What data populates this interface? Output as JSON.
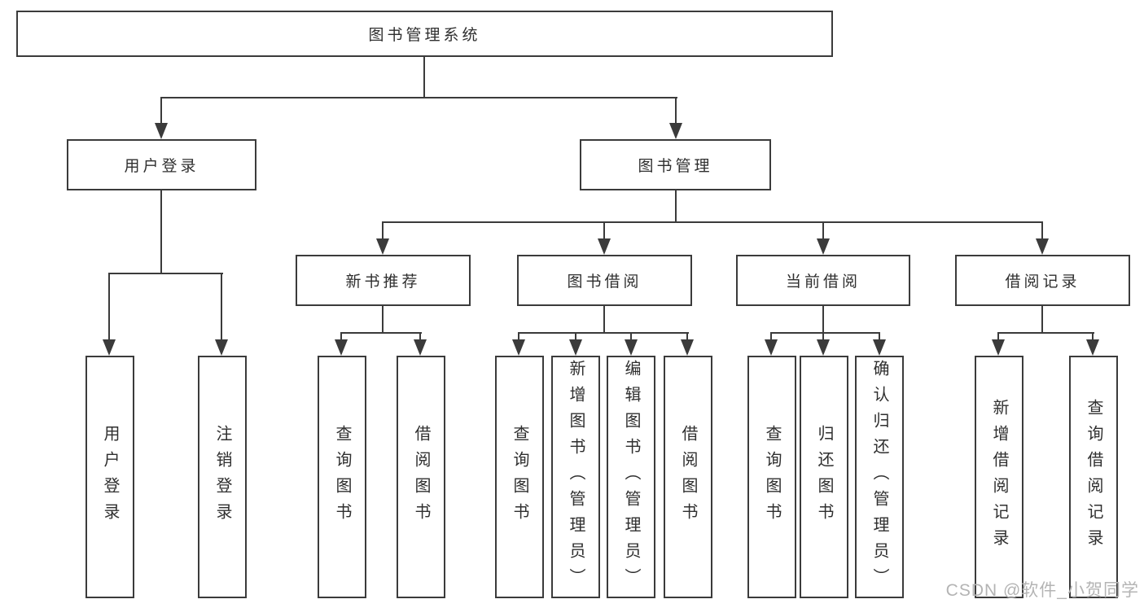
{
  "tree": {
    "root": {
      "label": "图书管理系统",
      "children": [
        {
          "label": "用户登录",
          "children": [
            {
              "label": "用户登录"
            },
            {
              "label": "注销登录"
            }
          ]
        },
        {
          "label": "图书管理",
          "children": [
            {
              "label": "新书推荐",
              "children": [
                {
                  "label": "查询图书"
                },
                {
                  "label": "借阅图书"
                }
              ]
            },
            {
              "label": "图书借阅",
              "children": [
                {
                  "label": "查询图书"
                },
                {
                  "label": "新增图书（管理员）"
                },
                {
                  "label": "编辑图书（管理员）"
                },
                {
                  "label": "借阅图书"
                }
              ]
            },
            {
              "label": "当前借阅",
              "children": [
                {
                  "label": "查询图书"
                },
                {
                  "label": "归还图书"
                },
                {
                  "label": "确认归还（管理员）"
                }
              ]
            },
            {
              "label": "借阅记录",
              "children": [
                {
                  "label": "新增借阅记录"
                },
                {
                  "label": "查询借阅记录"
                }
              ]
            }
          ]
        }
      ]
    }
  },
  "watermark": "CSDN @软件_小贺同学",
  "colors": {
    "line": "#3b3b3b",
    "text": "#2f2f2f",
    "watermark": "#b4b4b4",
    "background": "#ffffff"
  }
}
